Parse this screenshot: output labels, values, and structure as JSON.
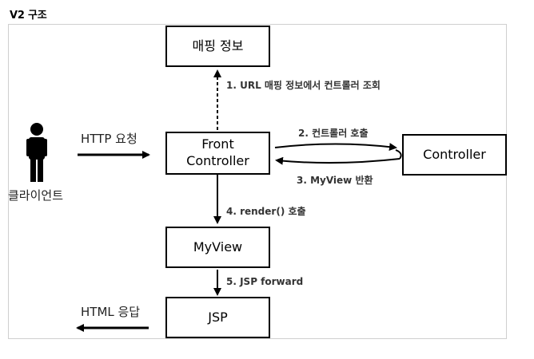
{
  "title": "V2 구조",
  "boxes": {
    "mapping": "매핑 정보",
    "front_controller": "Front\nController",
    "controller": "Controller",
    "myview": "MyView",
    "jsp": "JSP"
  },
  "actors": {
    "client": "클라이언트"
  },
  "arrows": {
    "http_request": "HTTP 요청",
    "html_response": "HTML 응답",
    "step1": "1. URL 매핑 정보에서 컨트롤러 조회",
    "step2": "2. 컨트롤러 호출",
    "step3": "3. MyView 반환",
    "step4": "4. render() 호출",
    "step5": "5. JSP forward"
  }
}
